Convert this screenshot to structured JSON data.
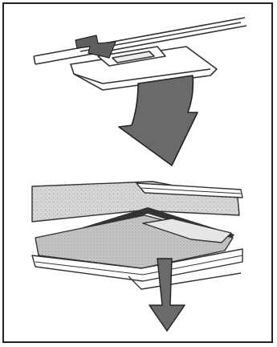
{
  "figure": {
    "type": "instructional-diagram",
    "panels": [
      {
        "name": "top-panel",
        "depicts": "clip-on-rail-with-press-arrow"
      },
      {
        "name": "bottom-panel",
        "depicts": "textured-tile-inserted-into-track"
      }
    ],
    "icons": [
      "small-press-arrow-icon",
      "large-down-arrow-icon",
      "release-down-arrow-icon"
    ],
    "colors": {
      "frame": "#222222",
      "line": "#333333",
      "arrow": "#6a6a6a",
      "texture": "#bdbdbd",
      "texture_dark": "#8e8e8e",
      "background": "#ffffff"
    }
  }
}
